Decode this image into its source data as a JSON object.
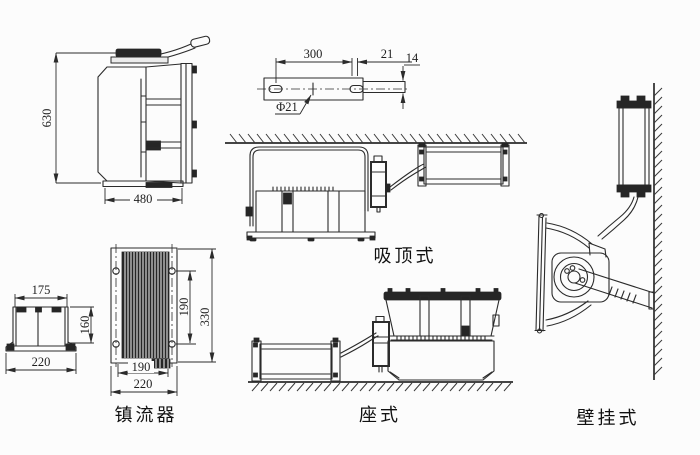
{
  "labels": {
    "ceiling_mount": "吸顶式",
    "ballast": "镇流器",
    "seat_mount": "座式",
    "wall_mount": "壁挂式"
  },
  "dims": {
    "floodlight": {
      "height": "630",
      "width": "480"
    },
    "bracket": {
      "hole_spacing": "300",
      "end_offset": "21",
      "thickness": "14",
      "hole_diameter": "Φ21"
    },
    "ballast_side": {
      "top_width": "175",
      "height": "160",
      "base_width": "220"
    },
    "ballast_front": {
      "hole_spacing": "190",
      "height": "330",
      "body_width": "190",
      "width": "220"
    }
  },
  "colors": {
    "background": "#fcfcfc",
    "line": "#2b2b2b"
  }
}
